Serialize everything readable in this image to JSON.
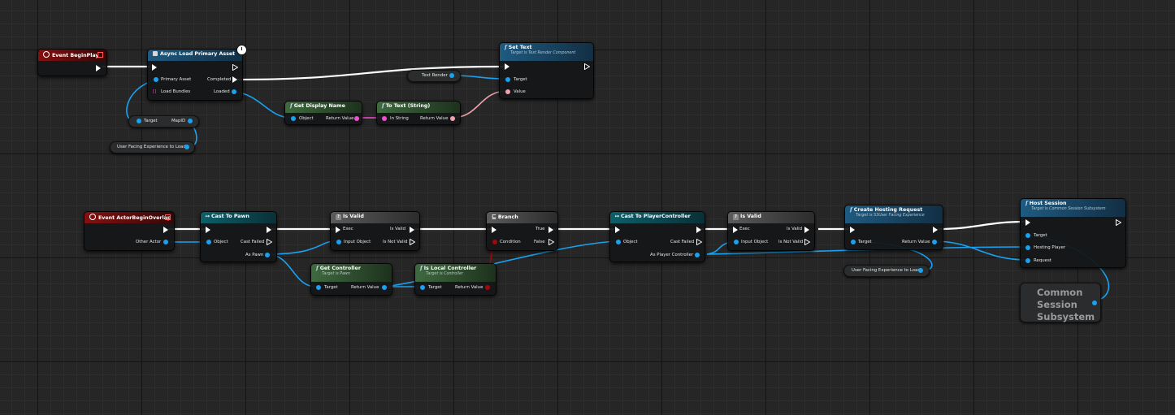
{
  "graph": {
    "nodes": {
      "event_begin_play": {
        "title": "Event BeginPlay"
      },
      "async_load": {
        "title": "Async Load Primary Asset",
        "in_pins": [
          "Primary Asset",
          "Load Bundles"
        ],
        "out_pins": [
          "Completed",
          "Loaded"
        ]
      },
      "set_text": {
        "title": "Set Text",
        "subtitle": "Target is Text Render Component",
        "in_pins": [
          "Target",
          "Value"
        ]
      },
      "text_render": {
        "label": "Text Render"
      },
      "get_display_name": {
        "title": "Get Display Name",
        "in_pin": "Object",
        "out_pin": "Return Value"
      },
      "to_text": {
        "title": "To Text (String)",
        "in_pin": "In String",
        "out_pin": "Return Value"
      },
      "break_struct": {
        "in_pin": "Target",
        "out_pin": "MapID"
      },
      "user_facing_1": {
        "label": "User Facing Experience to Load"
      },
      "event_actor_overlap": {
        "title": "Event ActorBeginOverlap",
        "out_pin": "Other Actor"
      },
      "cast_to_pawn": {
        "title": "Cast To Pawn",
        "in_pin": "Object",
        "out_pins": [
          "Cast Failed",
          "As Pawn"
        ]
      },
      "is_valid_1": {
        "title": "Is Valid",
        "in_pins": [
          "Exec",
          "Input Object"
        ],
        "out_pins": [
          "Is Valid",
          "Is Not Valid"
        ]
      },
      "branch": {
        "title": "Branch",
        "in_pin": "Condition",
        "out_pins": [
          "True",
          "False"
        ]
      },
      "get_controller": {
        "title": "Get Controller",
        "subtitle": "Target is Pawn",
        "in_pin": "Target",
        "out_pin": "Return Value"
      },
      "is_local_controller": {
        "title": "Is Local Controller",
        "subtitle": "Target is Controller",
        "in_pin": "Target",
        "out_pin": "Return Value"
      },
      "cast_to_pc": {
        "title": "Cast To PlayerController",
        "in_pin": "Object",
        "out_pins": [
          "Cast Failed",
          "As Player Controller"
        ]
      },
      "is_valid_2": {
        "title": "Is Valid",
        "in_pins": [
          "Exec",
          "Input Object"
        ],
        "out_pins": [
          "Is Valid",
          "Is Not Valid"
        ]
      },
      "create_hosting": {
        "title": "Create Hosting Request",
        "subtitle": "Target is S3User Facing Experience",
        "in_pin": "Target",
        "out_pin": "Return Value"
      },
      "user_facing_2": {
        "label": "User Facing Experience to Load"
      },
      "host_session": {
        "title": "Host Session",
        "subtitle": "Target is Common Session Subsystem",
        "in_pins": [
          "Target",
          "Hosting Player",
          "Request"
        ]
      },
      "common_session": {
        "line1": "Common",
        "line2": "Session",
        "line3": "Subsystem"
      }
    },
    "colors": {
      "exec": "#ffffff",
      "object": "#1aa2f2",
      "string": "#f14fd0",
      "text": "#f0a2ad",
      "bool": "#a00a0a"
    }
  }
}
